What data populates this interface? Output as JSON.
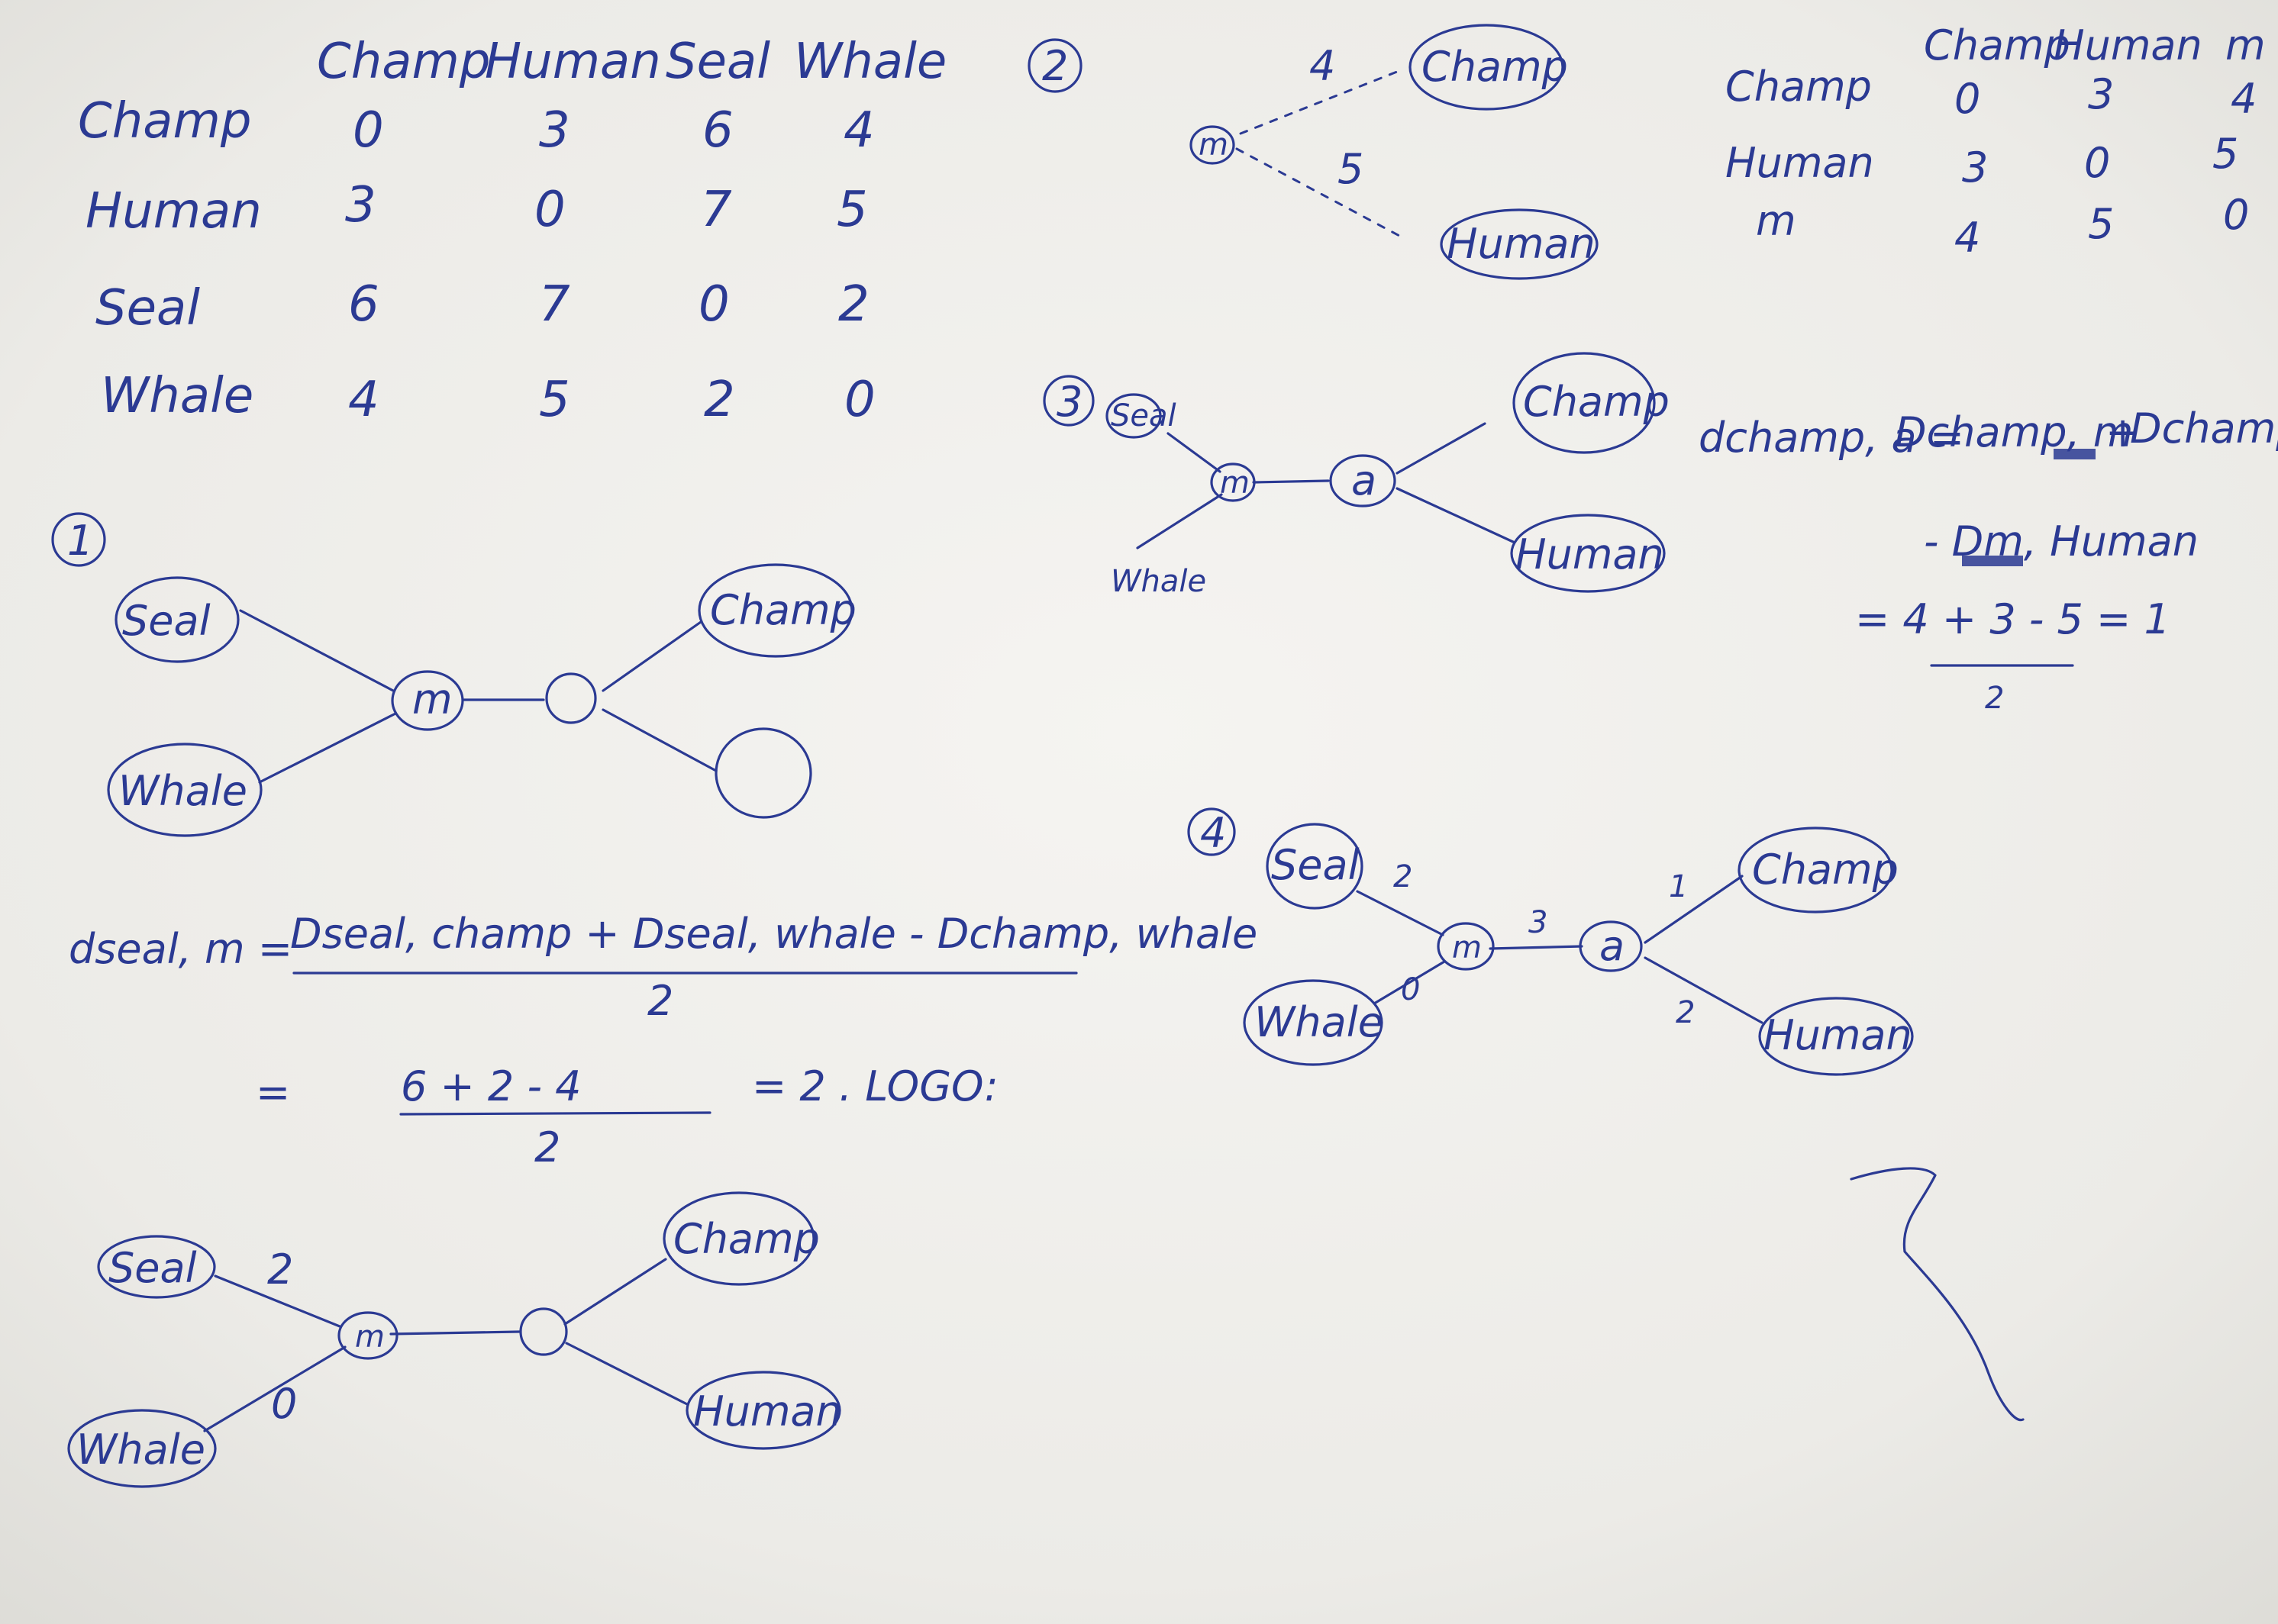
{
  "matrix1": {
    "columns": [
      "Champ",
      "Human",
      "Seal",
      "Whale"
    ],
    "rows": [
      {
        "label": "Champ",
        "values": [
          "0",
          "3",
          "6",
          "4"
        ]
      },
      {
        "label": "Human",
        "values": [
          "3",
          "0",
          "7",
          "5"
        ]
      },
      {
        "label": "Seal",
        "values": [
          "6",
          "7",
          "0",
          "2"
        ]
      },
      {
        "label": "Whale",
        "values": [
          "4",
          "5",
          "2",
          "0"
        ]
      }
    ]
  },
  "step1": {
    "number": "1",
    "nodes": {
      "seal": "Seal",
      "whale": "Whale",
      "m": "m",
      "champ": "Champ"
    },
    "formula_lhs": "dseal, m =",
    "formula_numerator": "Dseal, champ + Dseal, whale - Dchamp, whale",
    "formula_denominator": "2",
    "result_eq": "=",
    "result_numerator": "6   +   2  -  4",
    "result_denominator": "2",
    "result_tail": "= 2 . LOGO:",
    "tree2": {
      "seal": "Seal",
      "whale": "Whale",
      "m": "m",
      "champ": "Champ",
      "human": "Human",
      "len_seal": "2",
      "len_whale": "0"
    }
  },
  "step2": {
    "number": "2",
    "m": "m",
    "champ": "Champ",
    "human": "Human",
    "len_champ": "4",
    "len_human": "5",
    "matrix": {
      "columns": [
        "Champ",
        "Human",
        "m"
      ],
      "rows": [
        {
          "label": "Champ",
          "values": [
            "0",
            "3",
            "4"
          ]
        },
        {
          "label": "Human",
          "values": [
            "3",
            "0",
            "5"
          ]
        },
        {
          "label": "m",
          "values": [
            "4",
            "5",
            "0"
          ]
        }
      ]
    }
  },
  "step3": {
    "number": "3",
    "seal": "Seal",
    "whale": "Whale",
    "m": "m",
    "a": "a",
    "champ": "Champ",
    "human": "Human",
    "formula_lhs": "dchamp, a =",
    "formula_t1": "Dchamp, m",
    "formula_plus": "+",
    "formula_t2": "Dchamp, Human",
    "formula_minus": "- Dm, Human",
    "result": "= 4 + 3 - 5 = 1",
    "result_den": "2"
  },
  "step4": {
    "number": "4",
    "seal": "Seal",
    "whale": "Whale",
    "m": "m",
    "a": "a",
    "champ": "Champ",
    "human": "Human",
    "len_seal": "2",
    "len_whale": "0",
    "len_ma": "3",
    "len_champ": "1",
    "len_human": "2"
  }
}
